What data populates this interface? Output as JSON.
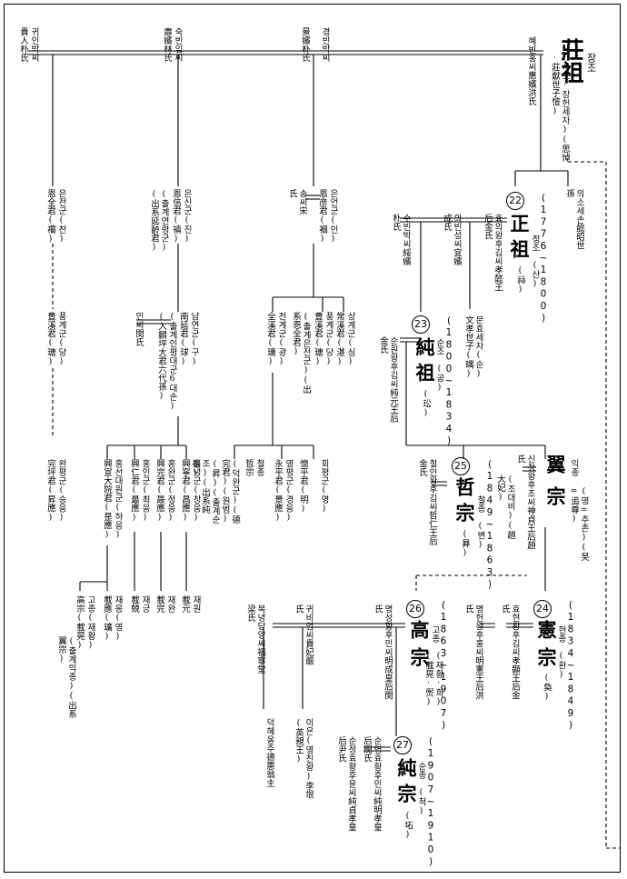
{
  "king_sado": {
    "title_big": "莊祖",
    "title_small": "장조",
    "detail": "(사도·장헌세자)(思悼·莊獻世子愃)",
    "queen": "혜빈홍씨惠嬪洪氏"
  },
  "sado_wives": [
    {
      "k": "경빈박씨",
      "h": "景嬪朴氏"
    },
    {
      "k": "숙빈임씨",
      "h": "肅嬪林氏"
    },
    {
      "k": "귀인박씨",
      "h": "貴人朴氏"
    }
  ],
  "sons": {
    "uisoseson": "의소세손懿昭世孫",
    "eunjeon": {
      "k": "은전군(찬)",
      "h": "恩全君(禶)"
    },
    "eunsin": {
      "k": "은신군(진)",
      "h": "恩信君(禛)",
      "note": "(출계연령군)(出系延齡君)"
    },
    "euneon": {
      "k": "은언군(인)",
      "h": "恩彦君(裀)"
    },
    "songssi": "송씨宋氏"
  },
  "king22": {
    "num": "22",
    "big": "正",
    "big2": "祖",
    "small": "정조",
    "small2": "(산)",
    "hanja_name": "(祘)",
    "years": "(1776~1800)",
    "queen_main": "효의왕후김씨孝懿王后金氏",
    "moonhyo": "문효세자(순)文孝世子(㬂)",
    "wife2": "의빈성씨宜嬪成氏",
    "wife3": "수빈박씨綏嬪朴氏"
  },
  "euneon_children": [
    {
      "k": "상계군(심)",
      "h": "常溪君(湛)"
    },
    {
      "k": "풍계군(당)",
      "h": "豊溪君(瑭)",
      "note": "(출계은전군)(出系恩全君)"
    },
    {
      "k": "전계군(광)",
      "h": "全溪君(㼅)"
    }
  ],
  "eunjeon_line": {
    "k": "풍계군(당)",
    "h": "豊溪君(瑭)",
    "k2": "완평군(승응)",
    "h2": "完坪君(昇應)"
  },
  "eunsin_line": {
    "k": "남연군(구)",
    "h": "南延君(球)",
    "note1": "(출계인평대군6대손)",
    "note2": "(入麟坪大君六代孫)",
    "min": "민씨閔氏"
  },
  "king23": {
    "num": "23",
    "big": "純",
    "big2": "祖",
    "small": "순조",
    "small2": "(공)",
    "hanja": "(玜)",
    "years": "(1800~1834)",
    "queen": "순원왕후김씨純元王后金氏"
  },
  "jeongye_children": [
    {
      "k": "회평군(명)",
      "h": "懷平君(明)"
    },
    {
      "k": "영평군(경응)",
      "h": "永平君(景應)"
    },
    {
      "k": "철종",
      "h": "哲宗",
      "note": "(덕완군)(德完君)(원범)(昇)(출계순조)(出系純祖)"
    }
  ],
  "namyeon_children": [
    {
      "k": "흥녕군(창응)",
      "h": "興寧君(昌應)"
    },
    {
      "k": "흥완군(정응)",
      "h": "興完君(晸應)"
    },
    {
      "k": "흥인군(최응)",
      "h": "興仁君(最應)"
    },
    {
      "k": "흥선대원군(하응)",
      "h": "興宣大院君(昰應)"
    }
  ],
  "grandkids": [
    {
      "k": "재원",
      "h": "載元"
    },
    {
      "k": "재완",
      "h": "載完"
    },
    {
      "k": "재긍",
      "h": "載兢"
    },
    {
      "k": "재응(영)",
      "h": "載應(㼅)"
    },
    {
      "k": "고종(재황)",
      "h": "高宗(載晃)",
      "note": "(출계익종)(出系翼宗)"
    }
  ],
  "king25": {
    "num": "25",
    "big": "哲",
    "big2": "宗",
    "small": "철종",
    "small2": "(변)",
    "hanja": "(昪)",
    "years": "(1849~1863)",
    "queen": "철인왕후김씨哲仁王后金氏"
  },
  "ikjong": {
    "big": "翼",
    "big2": "宗",
    "small": "익종",
    "note": "(영=추존)(旲=追尊)",
    "queen": "신정왕후조씨神貞王后趙氏",
    "queen2": "(조대비)(趙大妃)"
  },
  "king24": {
    "num": "24",
    "big": "憲",
    "big2": "宗",
    "small": "헌종",
    "small2": "(환)",
    "hanja": "(奐)",
    "years": "(1834~1849)",
    "queen1": "효현왕후김씨孝顯王后金氏",
    "queen2": "명헌왕후홍씨明憲王后洪氏"
  },
  "king26": {
    "num": "26",
    "big": "高",
    "big2": "宗",
    "small": "고종",
    "note": "(재황·희)(載晃·㷩)",
    "years": "(1863~1907)",
    "queen": "명성황후민씨明成皇后閔氏",
    "w2": "귀비엄씨貴妃嚴氏",
    "w3": "복녕당양씨福寧堂梁氏",
    "child1": "이은(영친왕)李垠(英親王)",
    "child2": "덕혜옹주德惠翁主"
  },
  "king27": {
    "num": "27",
    "big": "純",
    "big2": "宗",
    "small": "순종",
    "small2": "(척)",
    "hanja": "(坧)",
    "years": "(1907~1910)",
    "queen1": "순명효황후민씨純明孝皇后閔氏",
    "queen2": "순정효황후윤씨純貞孝皇后尹氏"
  }
}
